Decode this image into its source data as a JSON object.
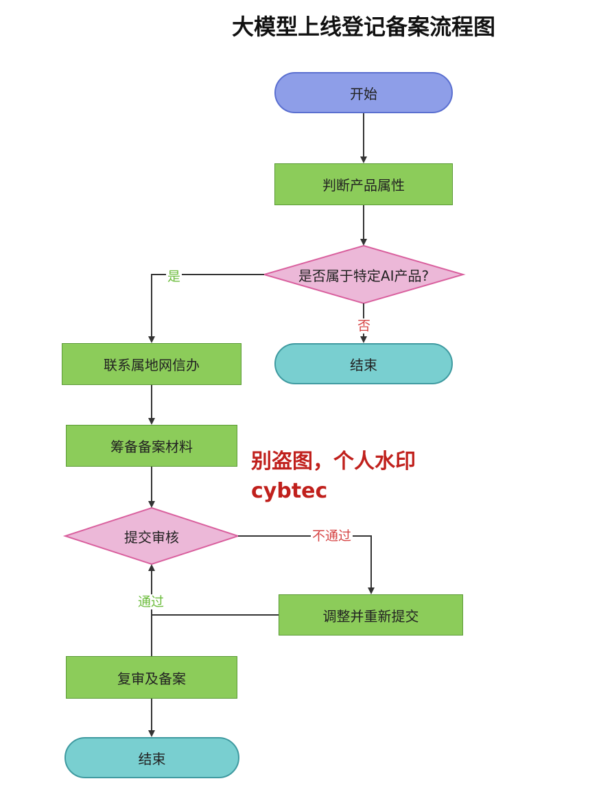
{
  "title": "大模型上线登记备案流程图",
  "nodes": {
    "start": "开始",
    "judge": "判断产品属性",
    "decision1": "是否属于特定AI产品?",
    "end1": "结束",
    "contact": "联系属地网信办",
    "prepare": "筹备备案材料",
    "decision2": "提交审核",
    "adjust": "调整并重新提交",
    "recheck": "复审及备案",
    "end2": "结束"
  },
  "edges": {
    "yes": "是",
    "no": "否",
    "fail": "不通过",
    "pass": "通过"
  },
  "watermark": {
    "line1": "别盗图，个人水印",
    "line2": "cybtec"
  },
  "colors": {
    "process": "#8ccc5a",
    "start": "#8e9ee8",
    "terminal": "#79cfd0",
    "decision": "#ecb8d8",
    "watermark": "#c0201c",
    "label_yes": "#6cbc3c",
    "label_no": "#d64545"
  }
}
